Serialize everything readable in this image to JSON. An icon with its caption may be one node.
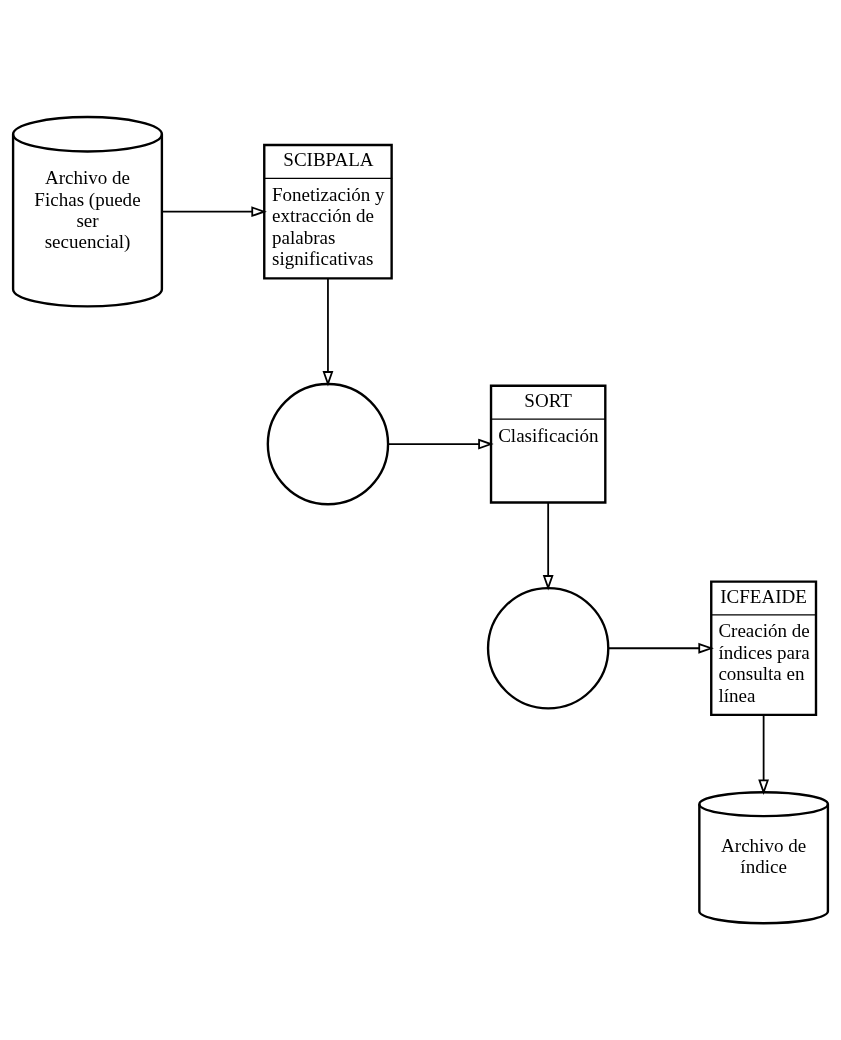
{
  "diagram": {
    "nodes": [
      {
        "text": [
          "Archivo de Fichas (puede ser secuencial)"
        ]
      },
      {
        "text": [
          "SCIBPALA",
          "Fonetización y extracción de palabras significativas"
        ]
      },
      {
        "text": [],
        "shape": "circle"
      },
      {
        "text": [
          "SORT",
          "Clasificación"
        ]
      },
      {
        "text": [],
        "shape": "circle"
      },
      {
        "text": [
          "ICFEAIDE",
          "Creación de índices para consulta en línea"
        ]
      },
      {
        "text": [
          "Archivo de índice"
        ]
      }
    ],
    "edges": [
      {
        "from": 0,
        "to": 1,
        "arrow": "to"
      },
      {
        "from": 1,
        "to": 2,
        "arrow": "to"
      },
      {
        "from": 2,
        "to": 3,
        "arrow": "to"
      },
      {
        "from": 3,
        "to": 4,
        "arrow": "to"
      },
      {
        "from": 4,
        "to": 5,
        "arrow": "to"
      },
      {
        "from": 5,
        "to": 6,
        "arrow": "to"
      }
    ]
  }
}
